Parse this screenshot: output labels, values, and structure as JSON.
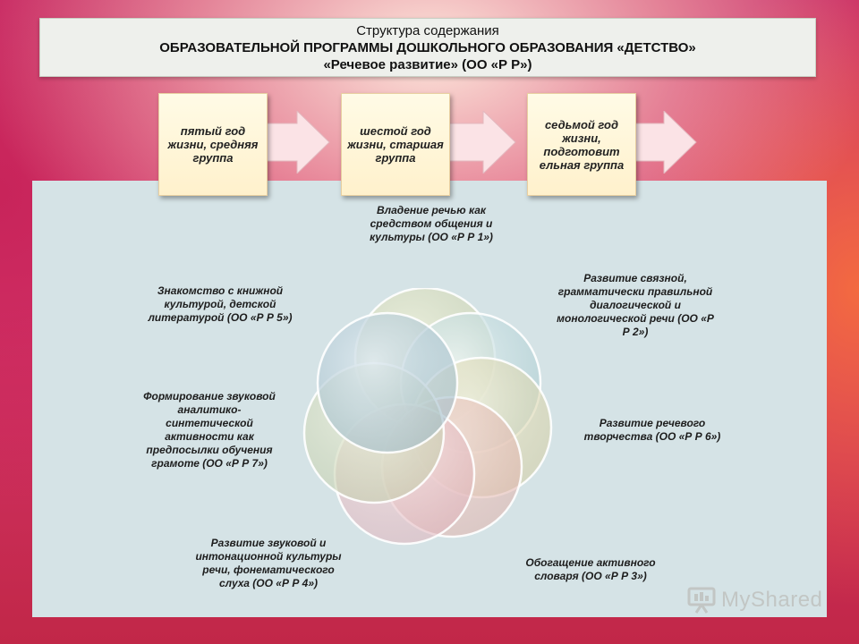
{
  "title": {
    "line1": "Структура содержания",
    "line2": "ОБРАЗОВАТЕЛЬНОЙ ПРОГРАММЫ ДОШКОЛЬНОГО ОБРАЗОВАНИЯ «ДЕТСТВО»",
    "line3": "«Речевое развитие» (ОО «Р Р»)"
  },
  "stages": [
    {
      "text": "пятый год жизни, средняя группа"
    },
    {
      "text": "шестой год жизни, старшая группа"
    },
    {
      "text": "седьмой год жизни, подготовит ельная группа"
    }
  ],
  "areas": {
    "rr1": "Владение речью как средством общения и культуры (ОО «Р Р 1»)",
    "rr2": "Развитие связной, грамматически правильной диалогической и монологической речи (ОО «Р Р 2»)",
    "rr6": "Развитие речевого творчества (ОО «Р Р 6»)",
    "rr3": "Обогащение активного словаря (ОО «Р Р 3»)",
    "rr4": "Развитие звуковой и интонационной культуры речи, фонематического слуха (ОО «Р Р 4»)",
    "rr7": "Формирование звуковой аналитико-синтетической активности как предпосылки обучения грамоте (ОО «Р Р 7»)",
    "rr5": "Знакомство с книжной культурой, детской литературой (ОО «Р Р 5»)"
  },
  "watermark": {
    "text": "MyShared"
  },
  "colors": {
    "panel": "#d5e3e6",
    "stage_fill": "#fff3d2",
    "arrow_fill": "#fbe3e6"
  }
}
